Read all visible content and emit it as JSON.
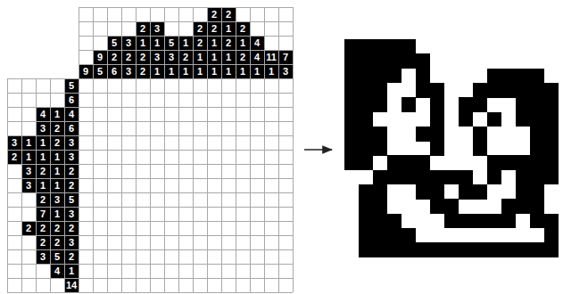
{
  "diagram": {
    "labels": [
      "2",
      "2",
      "2",
      "3",
      "2",
      "2",
      "1",
      "2",
      "5",
      "3",
      "1",
      "1",
      "5",
      "1",
      "2",
      "1",
      "2",
      "1",
      "4",
      "9",
      "2",
      "2",
      "2",
      "3",
      "3",
      "2",
      "1",
      "1",
      "1",
      "2",
      "4",
      "11",
      "7",
      "9",
      "5",
      "6",
      "3",
      "2",
      "1",
      "1",
      "1",
      "1",
      "1",
      "1",
      "1",
      "1",
      "1",
      "3",
      "5",
      "6",
      "4",
      "1",
      "4",
      "3",
      "2",
      "6",
      "3",
      "1",
      "1",
      "2",
      "3",
      "2",
      "1",
      "1",
      "1",
      "3",
      "3",
      "2",
      "1",
      "2",
      "3",
      "1",
      "1",
      "2",
      "2",
      "3",
      "5",
      "7",
      "1",
      "3",
      "2",
      "2",
      "2",
      "2",
      "2",
      "2",
      "3",
      "3",
      "5",
      "2",
      "4",
      "1",
      "14"
    ]
  }
}
